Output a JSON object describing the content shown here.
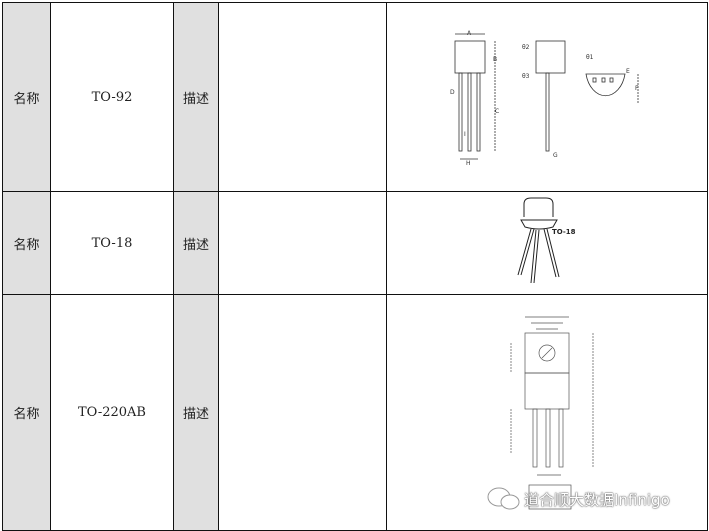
{
  "rows": [
    {
      "name_label": "名称",
      "name_value": "TO-92",
      "desc_label": "描述",
      "desc_value": "",
      "figure_labels": [
        "A",
        "B",
        "C",
        "D",
        "I",
        "H",
        "θ2",
        "θ3",
        "G",
        "θ1",
        "E",
        "F"
      ]
    },
    {
      "name_label": "名称",
      "name_value": "TO-18",
      "desc_label": "描述",
      "desc_value": "",
      "figure_caption": "TO-18"
    },
    {
      "name_label": "名称",
      "name_value": "TO-220AB",
      "desc_label": "描述",
      "desc_value": ""
    }
  ],
  "watermark": "道合顺大数据Infinigo"
}
